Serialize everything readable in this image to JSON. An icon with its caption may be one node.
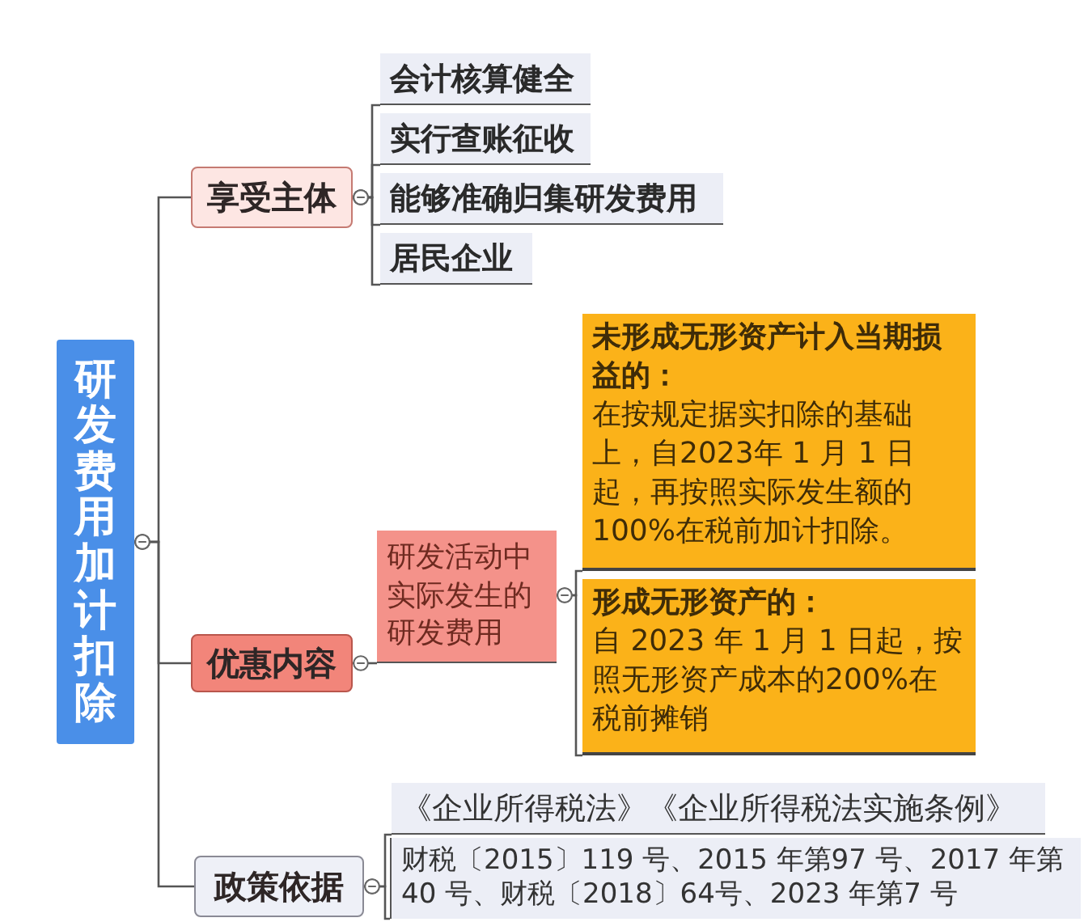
{
  "diagram": {
    "nodes": [
      {
        "text": [
          "研发费用加计扣除"
        ]
      },
      {
        "text": [
          "享受主体"
        ]
      },
      {
        "text": [
          "会计核算健全"
        ]
      },
      {
        "text": [
          "实行查账征收"
        ]
      },
      {
        "text": [
          "能够准确归集研发费用"
        ]
      },
      {
        "text": [
          "居民企业"
        ]
      },
      {
        "text": [
          "优惠内容"
        ]
      },
      {
        "text": [
          "研发活动中实际发生的研发费用"
        ]
      },
      {
        "text": [
          "未形成无形资产计入当期损益的：",
          "在按规定据实扣除的基础上，自2023年 1 月 1 日起，再按照实际发生额的100%在税前加计扣除。"
        ]
      },
      {
        "text": [
          "形成无形资产的：",
          "自 2023 年 1 月 1 日起，按照无形资产成本的200%在税前摊销"
        ]
      },
      {
        "text": [
          "政策依据"
        ]
      },
      {
        "text": [
          "《企业所得税法》《企业所得税法实施条例》"
        ]
      },
      {
        "text": [
          "财税〔2015〕119 号、2015 年第97 号、2017 年第 40 号、财税〔2018〕64号、2023 年第7 号"
        ]
      }
    ],
    "edges": [
      {
        "from": 0,
        "to": 1,
        "arrow": "other"
      },
      {
        "from": 0,
        "to": 6,
        "arrow": "other"
      },
      {
        "from": 0,
        "to": 10,
        "arrow": "other"
      },
      {
        "from": 1,
        "to": 2,
        "arrow": "other"
      },
      {
        "from": 1,
        "to": 3,
        "arrow": "other"
      },
      {
        "from": 1,
        "to": 4,
        "arrow": "other"
      },
      {
        "from": 1,
        "to": 5,
        "arrow": "other"
      },
      {
        "from": 6,
        "to": 7,
        "arrow": "other"
      },
      {
        "from": 7,
        "to": 8,
        "arrow": "other"
      },
      {
        "from": 7,
        "to": 9,
        "arrow": "other"
      },
      {
        "from": 10,
        "to": 11,
        "arrow": "other"
      },
      {
        "from": 10,
        "to": 12,
        "arrow": "other"
      }
    ]
  }
}
